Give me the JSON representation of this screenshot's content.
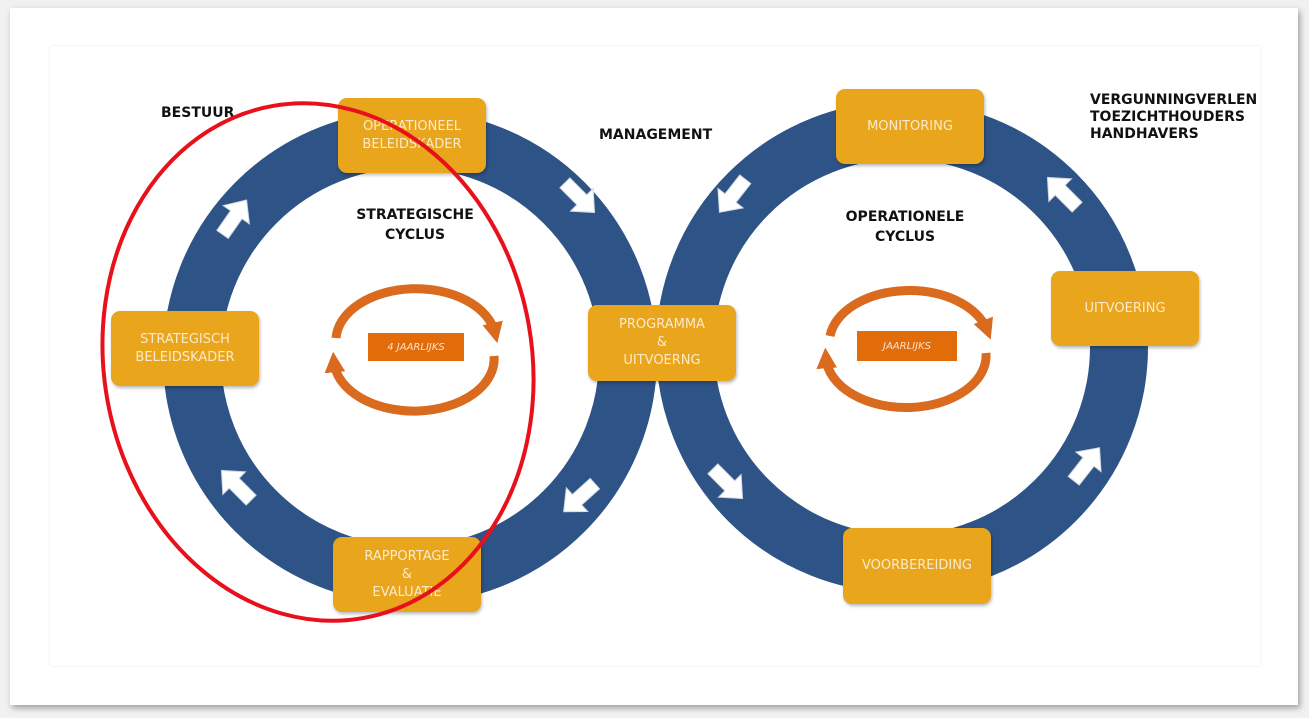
{
  "labels": {
    "bestuur": "BESTUUR",
    "management": "MANAGEMENT",
    "right_roles": [
      "VERGUNNINGVERLEN",
      "TOEZICHTHOUDERS",
      "HANDHAVERS"
    ]
  },
  "left_cycle": {
    "title_line1": "STRATEGISCHE",
    "title_line2": "CYCLUS",
    "frequency": "4 JAARLIJKS",
    "boxes": {
      "top": [
        "OPERATIONEEL",
        "BELEIDSKADER"
      ],
      "left": [
        "STRATEGISCH",
        "BELEIDSKADER"
      ],
      "bottom": [
        "RAPPORTAGE",
        "&",
        "EVALUATIE"
      ]
    }
  },
  "shared_box": [
    "PROGRAMMA",
    "&",
    "UITVOERNG"
  ],
  "right_cycle": {
    "title_line1": "OPERATIONELE",
    "title_line2": "CYCLUS",
    "frequency": "JAARLIJKS",
    "boxes": {
      "top": "MONITORING",
      "right": "UITVOERING",
      "bottom": "VOORBEREIDING"
    }
  },
  "colors": {
    "ring": "#2e5386",
    "box": "#e9a51c",
    "cycle_arrow": "#d96a1e",
    "tag": "#e26b0a",
    "highlight": "#e8101a"
  },
  "icons": [
    "arrow-icon",
    "cycle-arrows-icon"
  ]
}
